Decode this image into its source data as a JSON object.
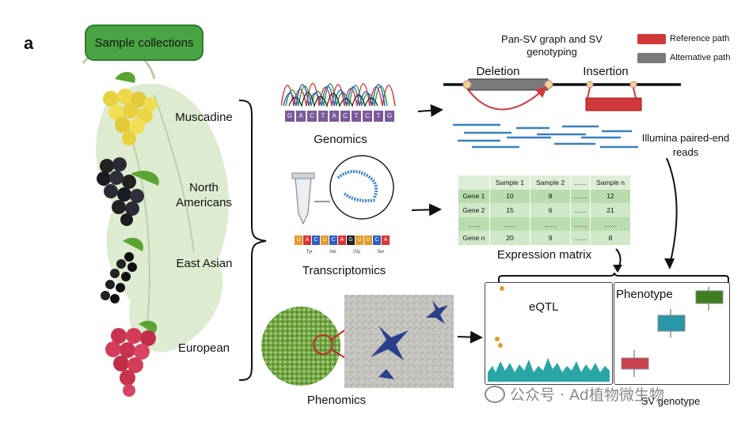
{
  "panel_letter": "a",
  "sample_collections": "Sample collections",
  "species": [
    {
      "label": "Muscadine"
    },
    {
      "label": "North\nAmericans"
    },
    {
      "label": "East Asian"
    },
    {
      "label": "European"
    }
  ],
  "omics": {
    "genomics": "Genomics",
    "transcriptomics": "Transcriptomics",
    "phenomics": "Phenomics"
  },
  "dna_sequence": "GACTACTCTG",
  "rna_sequence": "UACUCAGUUCA",
  "amino_acids": [
    "Tyr",
    "Ser",
    "Gly",
    "Ser"
  ],
  "pan_sv": {
    "title": "Pan-SV graph and SV\ngenotyping",
    "deletion": "Deletion",
    "insertion": "Insertion",
    "reads_label": "Illumina paired-end\nreads"
  },
  "legend": [
    {
      "label": "Reference path",
      "color": "#d0393b"
    },
    {
      "label": "Alternative path",
      "color": "#7a7a7a"
    }
  ],
  "expression_matrix": {
    "title": "Expression matrix",
    "header": [
      "",
      "Sample 1",
      "Sample 2",
      "……",
      "Sample n"
    ],
    "rows": [
      [
        "Gene 1",
        "10",
        "8",
        "……",
        "12"
      ],
      [
        "Gene 2",
        "15",
        "6",
        "……",
        "21"
      ],
      [
        "……",
        "……",
        "……",
        "……",
        "……"
      ],
      [
        "Gene n",
        "20",
        "9",
        "……",
        "8"
      ]
    ]
  },
  "results": {
    "eqtl": "eQTL",
    "phenotype": "Phenotype",
    "sv_genotype": "SV genotype"
  },
  "watermark": "公众号 · Ad植物微生物",
  "colors": {
    "green_box": "#4aa443",
    "reference": "#d0393b",
    "alternative": "#7a7a7a",
    "reads": "#3a7fc4",
    "eqtl_peaks": "#2aa6a6",
    "box_red": "#c9414c",
    "box_teal": "#2a97a8",
    "box_green": "#3f7f1f"
  }
}
